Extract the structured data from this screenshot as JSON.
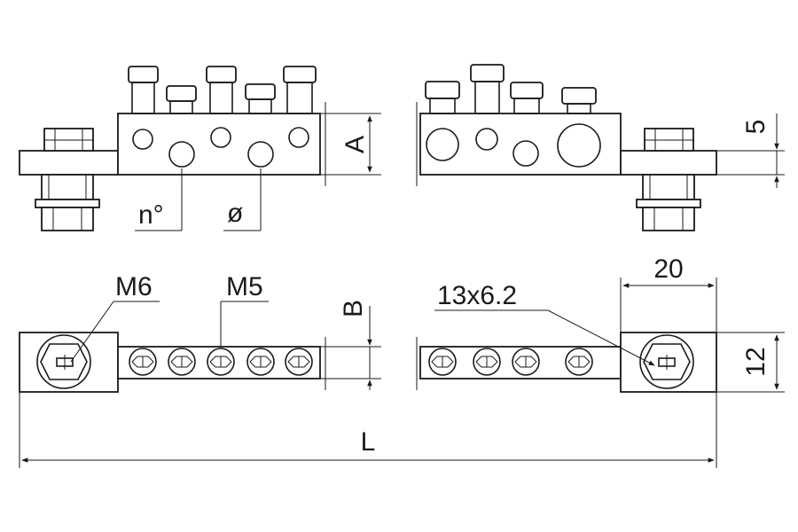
{
  "labels": {
    "dim_a": "A",
    "dim_5": "5",
    "count": "n°",
    "diameter": "ø",
    "m6": "M6",
    "m5": "M5",
    "dim_b": "B",
    "slot": "13x6.2",
    "width_20": "20",
    "height_12": "12",
    "length": "L"
  }
}
